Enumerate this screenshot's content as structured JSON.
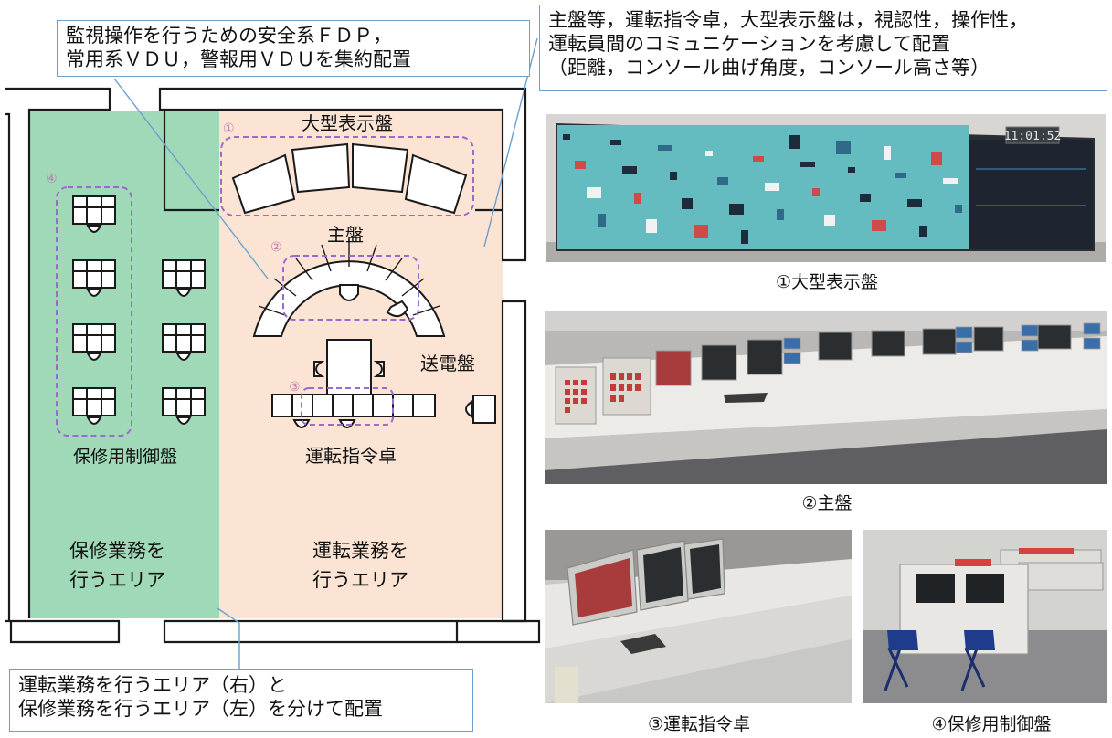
{
  "callouts": {
    "top_left": {
      "lines": [
        "監視操作を行うための安全系ＦＤＰ，",
        "常用系ＶＤＵ，警報用ＶＤＵを集約配置"
      ]
    },
    "top_right": {
      "lines": [
        "主盤等，運転指令卓，大型表示盤は，視認性，操作性，",
        "運転員間のコミュニケーションを考慮して配置",
        "（距離，コンソール曲げ角度，コンソール高さ等）"
      ]
    },
    "bottom_left": {
      "lines": [
        "運転業務を行うエリア（右）と",
        "保修業務を行うエリア（左）を分けて配置"
      ]
    }
  },
  "floor_plan": {
    "markers": {
      "m1": "①",
      "m2": "②",
      "m3": "③",
      "m4": "④"
    },
    "labels": {
      "large_display": "大型表示盤",
      "main_panel": "主盤",
      "transmission_panel": "送電盤",
      "operation_desk": "運転指令卓",
      "maintenance_panel": "保修用制御盤"
    },
    "areas": {
      "maintenance": [
        "保修業務を",
        "行うエリア"
      ],
      "operation": [
        "運転業務を",
        "行うエリア"
      ]
    }
  },
  "photos": {
    "p1": {
      "caption": "①大型表示盤",
      "clock": "11:01:52"
    },
    "p2": {
      "caption": "②主盤"
    },
    "p3": {
      "caption": "③運転指令卓"
    },
    "p4": {
      "caption": "④保修用制御盤"
    }
  },
  "colors": {
    "maintenance_area": "#9fd9b8",
    "operation_area": "#fbe4d3",
    "dashed_marker": "#9b6ad0",
    "callout_border": "#6a9fd0"
  }
}
